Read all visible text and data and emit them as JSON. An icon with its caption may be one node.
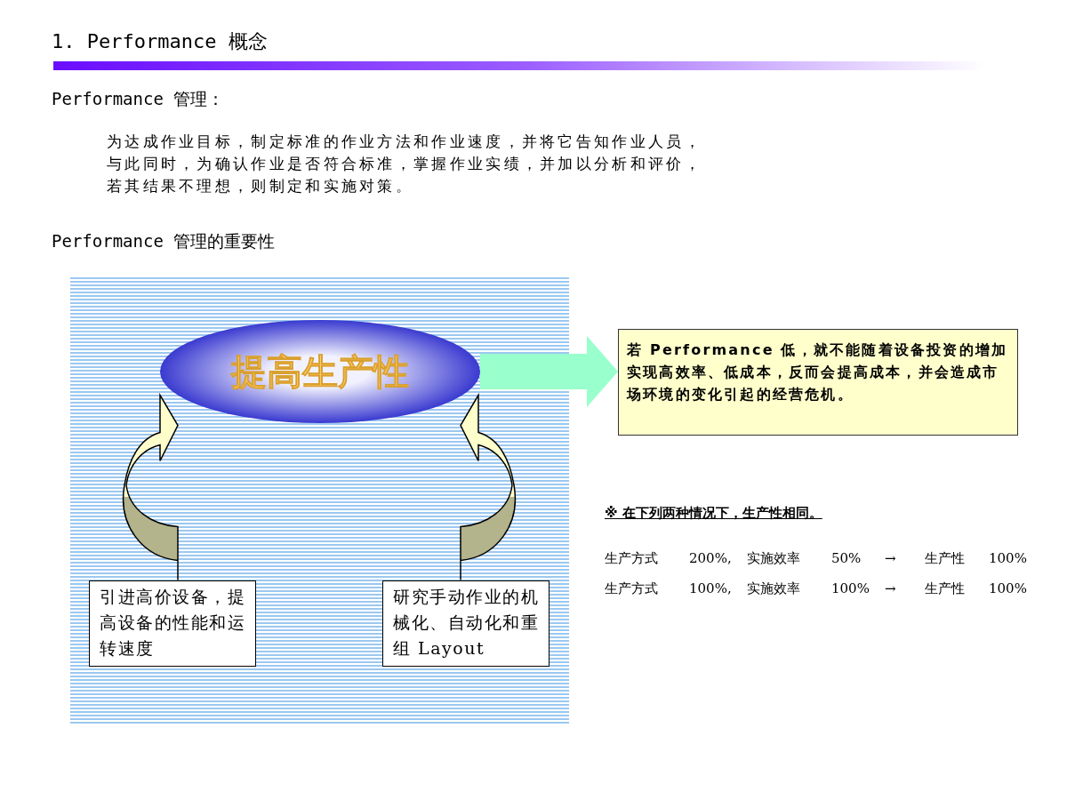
{
  "diagram": {
    "title": "1. Performance 概念",
    "nodes": [
      {
        "text": [
          "提高生产性"
        ]
      },
      {
        "text": [
          "引进高价设备，提高设备的性能和运转速度"
        ]
      },
      {
        "text": [
          "研究手动作业的机械化、自动化和重组 Layout"
        ]
      },
      {
        "text": [
          "若 Performance 低，就不能随着设备投资的增加实现高效率、低成本，反而会提高成本，并会造成市场环境的变化引起的经营危机。"
        ]
      }
    ],
    "edges": [
      {
        "from": 1,
        "to": 0,
        "arrow": "to"
      },
      {
        "from": 2,
        "to": 0,
        "arrow": "to"
      },
      {
        "from": 0,
        "to": 3,
        "arrow": "to"
      }
    ],
    "labels": [
      "Performance 管理：",
      "为达成作业目标，制定标准的作业方法和作业速度，并将它告知作业人员，与此同时，为确认作业是否符合标准，掌握作业实绩，并加以分析和评价，若其结果不理想，则制定和实施对策。",
      "Performance 管理的重要性",
      "※ 在下列两种情况下，生产性相同。",
      "生产方式",
      "200%,",
      "实施效率",
      "50%",
      "→",
      "生产性",
      "100%",
      "生产方式",
      "100%,",
      "实施效率",
      "100%",
      "→",
      "生产性",
      "100%"
    ]
  }
}
